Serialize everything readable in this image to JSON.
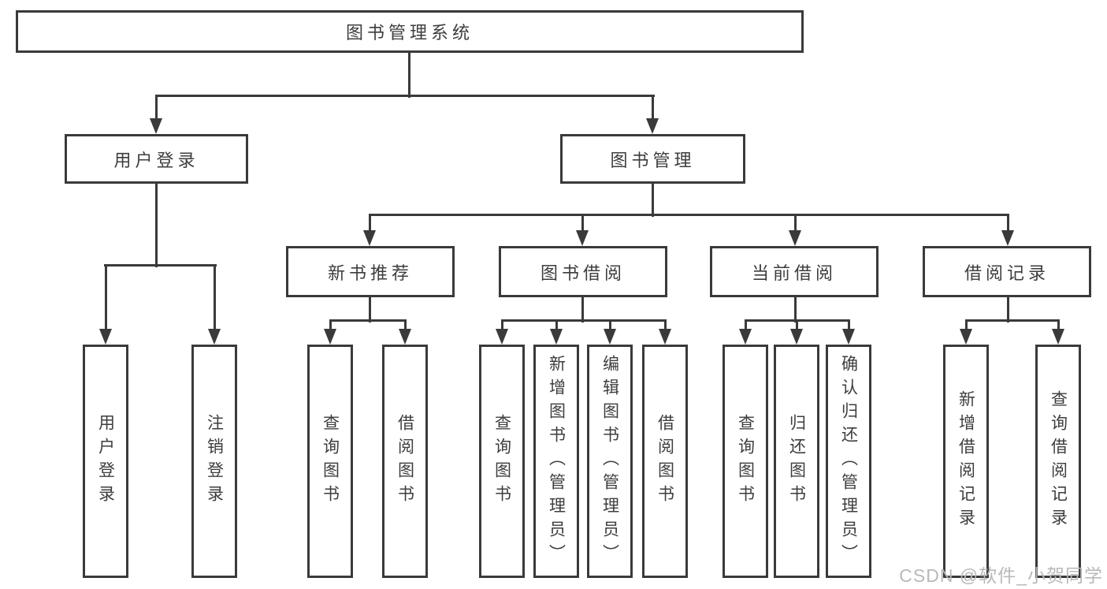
{
  "diagram": {
    "tree": {
      "label": "图书管理系统",
      "children": [
        {
          "label": "用户登录",
          "children": [
            {
              "label": "用户登录"
            },
            {
              "label": "注销登录"
            }
          ]
        },
        {
          "label": "图书管理",
          "children": [
            {
              "label": "新书推荐",
              "children": [
                {
                  "label": "查询图书"
                },
                {
                  "label": "借阅图书"
                }
              ]
            },
            {
              "label": "图书借阅",
              "children": [
                {
                  "label": "查询图书"
                },
                {
                  "label": "新增图书（管理员）"
                },
                {
                  "label": "编辑图书（管理员）"
                },
                {
                  "label": "借阅图书"
                }
              ]
            },
            {
              "label": "当前借阅",
              "children": [
                {
                  "label": "查询图书"
                },
                {
                  "label": "归还图书"
                },
                {
                  "label": "确认归还（管理员）"
                }
              ]
            },
            {
              "label": "借阅记录",
              "children": [
                {
                  "label": "新增借阅记录"
                },
                {
                  "label": "查询借阅记录"
                }
              ]
            }
          ]
        }
      ]
    },
    "colors": {
      "line": "#3a3a3a",
      "text": "#3d3d3d",
      "background": "#ffffff",
      "watermark": "#b9b9b9"
    }
  },
  "watermark": {
    "text": "CSDN @软件_小贺同学"
  }
}
